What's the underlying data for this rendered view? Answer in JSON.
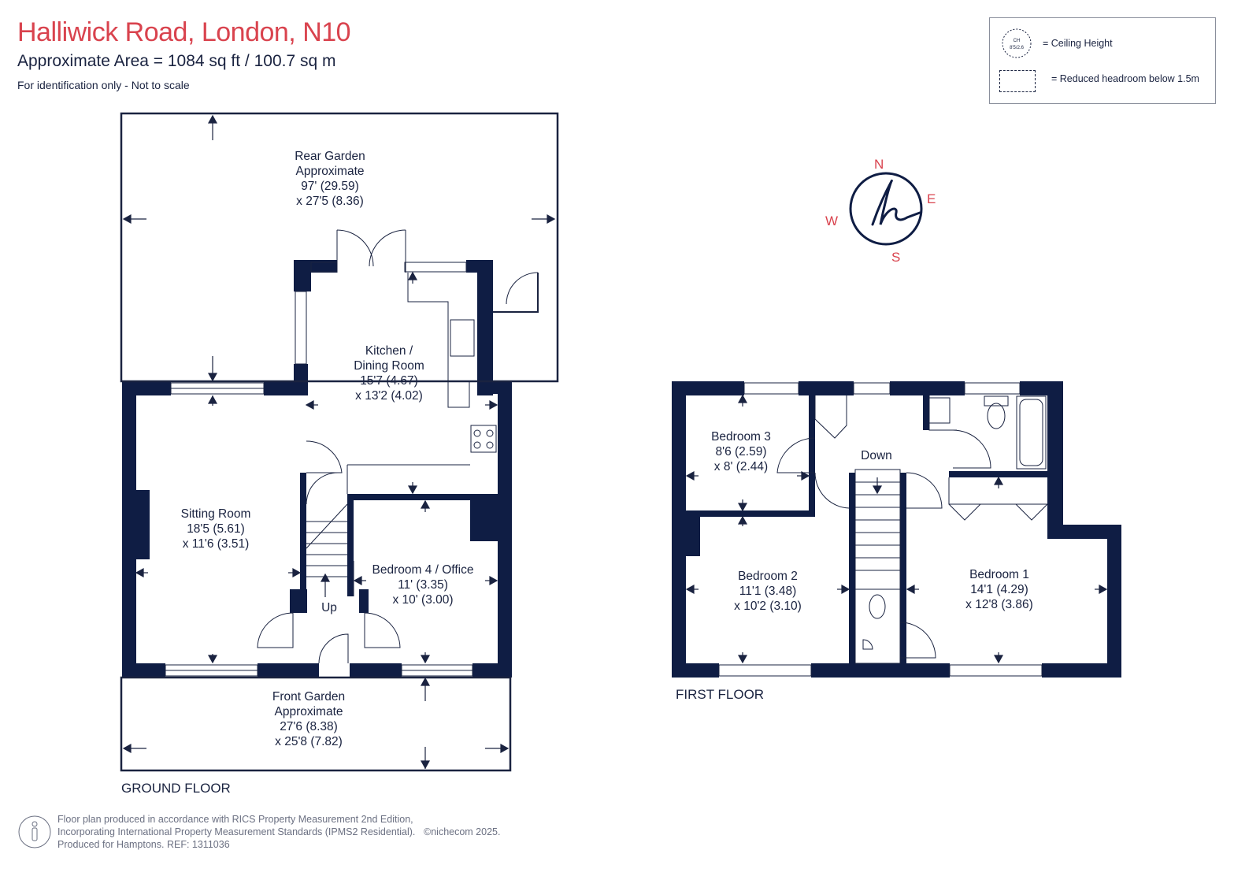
{
  "header": {
    "title": "Halliwick Road, London, N10",
    "area": "Approximate Area = 1084  sq ft / 100.7  sq m",
    "disclaimer": "For identification only - Not to scale"
  },
  "legend": {
    "ceiling_icon_text": "CH 8'5/2.6",
    "ceiling_label": "= Ceiling Height",
    "reduced_label": "= Reduced headroom below 1.5m"
  },
  "compass": {
    "n": "N",
    "e": "E",
    "s": "S",
    "w": "W"
  },
  "ground_floor": {
    "label": "GROUND FLOOR",
    "rooms": {
      "rear_garden": [
        "Rear Garden",
        "Approximate",
        "97' (29.59)",
        "x 27'5 (8.36)"
      ],
      "kitchen": [
        "Kitchen /",
        "Dining Room",
        "15'7 (4.67)",
        "x 13'2 (4.02)"
      ],
      "sitting": [
        "Sitting Room",
        "18'5 (5.61)",
        "x 11'6 (3.51)"
      ],
      "bedroom4": [
        "Bedroom 4 / Office",
        "11' (3.35)",
        "x 10' (3.00)"
      ],
      "front_garden": [
        "Front Garden",
        "Approximate",
        "27'6 (8.38)",
        "x 25'8 (7.82)"
      ]
    },
    "stairs_label": "Up"
  },
  "first_floor": {
    "label": "FIRST FLOOR",
    "rooms": {
      "bedroom3": [
        "Bedroom 3",
        "8'6 (2.59)",
        "x 8' (2.44)"
      ],
      "bedroom2": [
        "Bedroom 2",
        "11'1 (3.48)",
        "x 10'2 (3.10)"
      ],
      "bedroom1": [
        "Bedroom 1",
        "14'1 (4.29)",
        "x 12'8 (3.86)"
      ]
    },
    "stairs_label": "Down"
  },
  "footer": {
    "line1": "Floor plan produced in accordance with RICS Property Measurement 2nd Edition,",
    "line2": "Incorporating International Property Measurement Standards (IPMS2 Residential).",
    "line3": "Produced for Hamptons.   REF:  1311036",
    "brand": "©nichecom 2025."
  },
  "colors": {
    "wall": "#0f1d44",
    "accent": "#d9434e",
    "line": "#1a2340"
  }
}
